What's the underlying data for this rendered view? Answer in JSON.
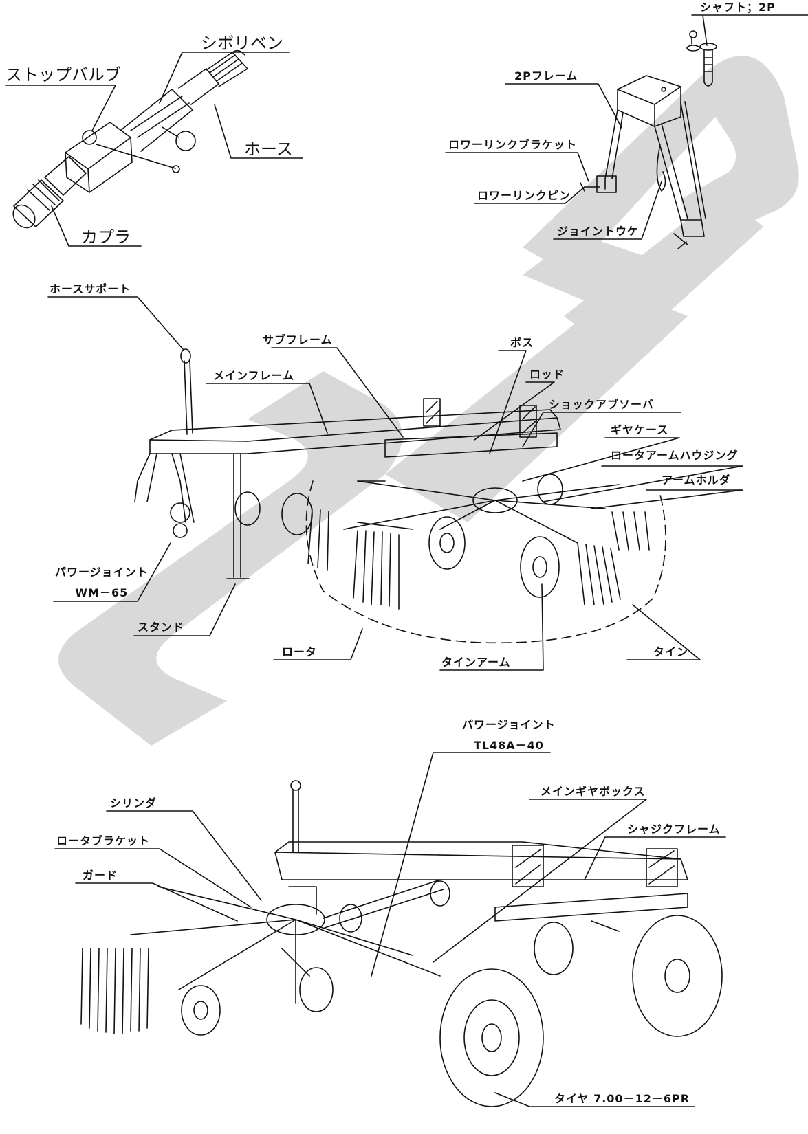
{
  "watermark": {
    "text": "SAMPLE",
    "color": "#d9d9d9"
  },
  "valve_assembly": {
    "stop_valve": "ストップバルブ",
    "throttle_valve": "シボリベン",
    "hose": "ホース",
    "coupler": "カプラ"
  },
  "frame_2p": {
    "shaft": "シャフト；2P",
    "frame": "2Pフレーム",
    "lower_link_bracket": "ロワーリンクブラケット",
    "lower_link_pin": "ロワーリンクピン",
    "joint_holder": "ジョイントウケ"
  },
  "rake_top": {
    "hose_support": "ホースサポート",
    "sub_frame": "サブフレーム",
    "boss": "ボス",
    "main_frame": "メインフレーム",
    "rod": "ロッド",
    "shock_absorber": "ショックアブソーバ",
    "gear_case": "ギヤケース",
    "rotor_arm_housing": "ロータアームハウジング",
    "arm_holder": "アームホルダ",
    "power_joint_line1": "パワージョイント",
    "power_joint_line2": "WM－65",
    "stand": "スタンド",
    "rotor": "ロータ",
    "tine_arm": "タインアーム",
    "tine": "タイン"
  },
  "rake_bottom": {
    "power_joint_line1": "パワージョイント",
    "power_joint_line2": "TL48A－40",
    "main_gearbox": "メインギヤボックス",
    "cylinder": "シリンダ",
    "chassis_frame": "シャジクフレーム",
    "rotor_bracket": "ロータブラケット",
    "guard": "ガード",
    "tire": "タイヤ 7.00－12－6PR"
  }
}
